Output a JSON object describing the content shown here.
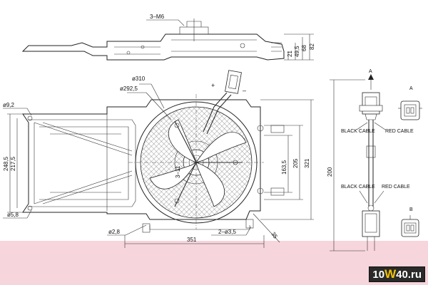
{
  "diagram": {
    "labels": {
      "top_thread": "3–M6",
      "dim_21": "21",
      "dim_49_5": "49,5",
      "dim_68": "68",
      "dim_82": "82",
      "dia_310": "ø310",
      "dia_292_5": "ø292,5",
      "dia_9_2": "ø9,2",
      "dia_5_8": "ø5,8",
      "dim_248_5": "248,5",
      "dim_217_5": "217,5",
      "dim_163_5": "163,5",
      "dim_205": "205",
      "dim_321": "321",
      "dim_200": "200",
      "dim_351": "351",
      "dim_2_8": "ø2,8",
      "dim_3_5": "2–ø3,5",
      "dim_35": "35",
      "dim_3_11": "3–11",
      "plus": "+",
      "minus": "–",
      "connector_a": "A",
      "connector_b": "B",
      "black_cable_1": "BLACK CABLE",
      "red_cable_1": "RED CABLE",
      "black_cable_2": "BLACK CABLE",
      "red_cable_2": "RED CABLE"
    }
  },
  "watermark": {
    "logo_left": "10",
    "logo_accent": "W",
    "logo_right": "40.ru"
  },
  "colors": {
    "background": "#ffffff",
    "line": "#222222",
    "watermark_band": "#f7d5dc",
    "logo_bg": "#2a2a2a",
    "logo_accent": "#f2c200"
  }
}
